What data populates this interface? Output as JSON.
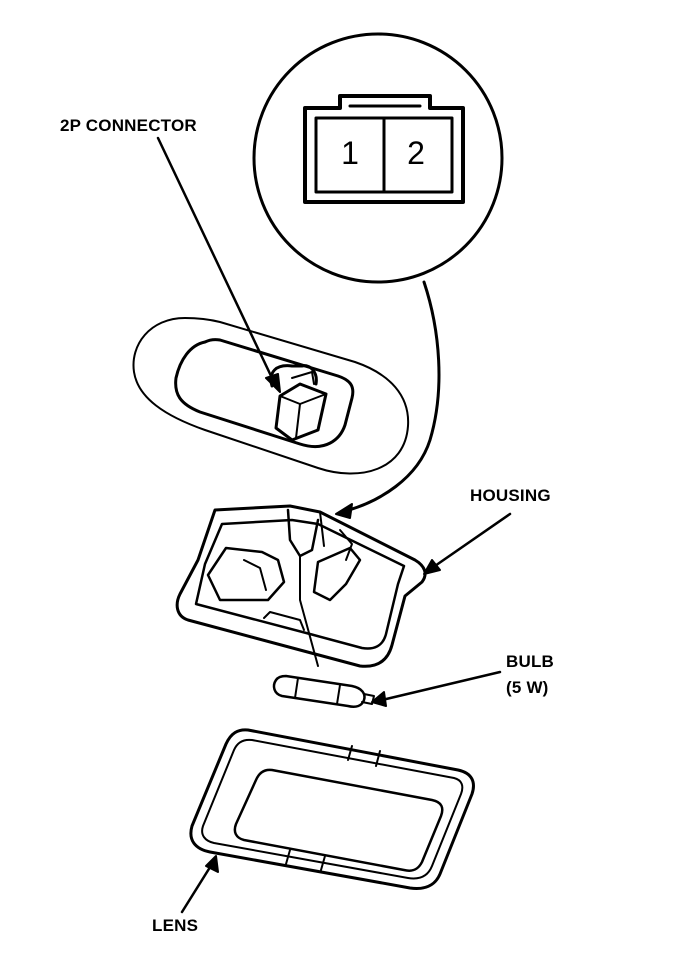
{
  "labels": {
    "connector": "2P CONNECTOR",
    "housing": "HOUSING",
    "bulb_line1": "BULB",
    "bulb_line2": "(5 W)",
    "lens": "LENS"
  },
  "connector_pins": [
    "1",
    "2"
  ],
  "colors": {
    "ink": "#000000",
    "paper": "#ffffff"
  }
}
